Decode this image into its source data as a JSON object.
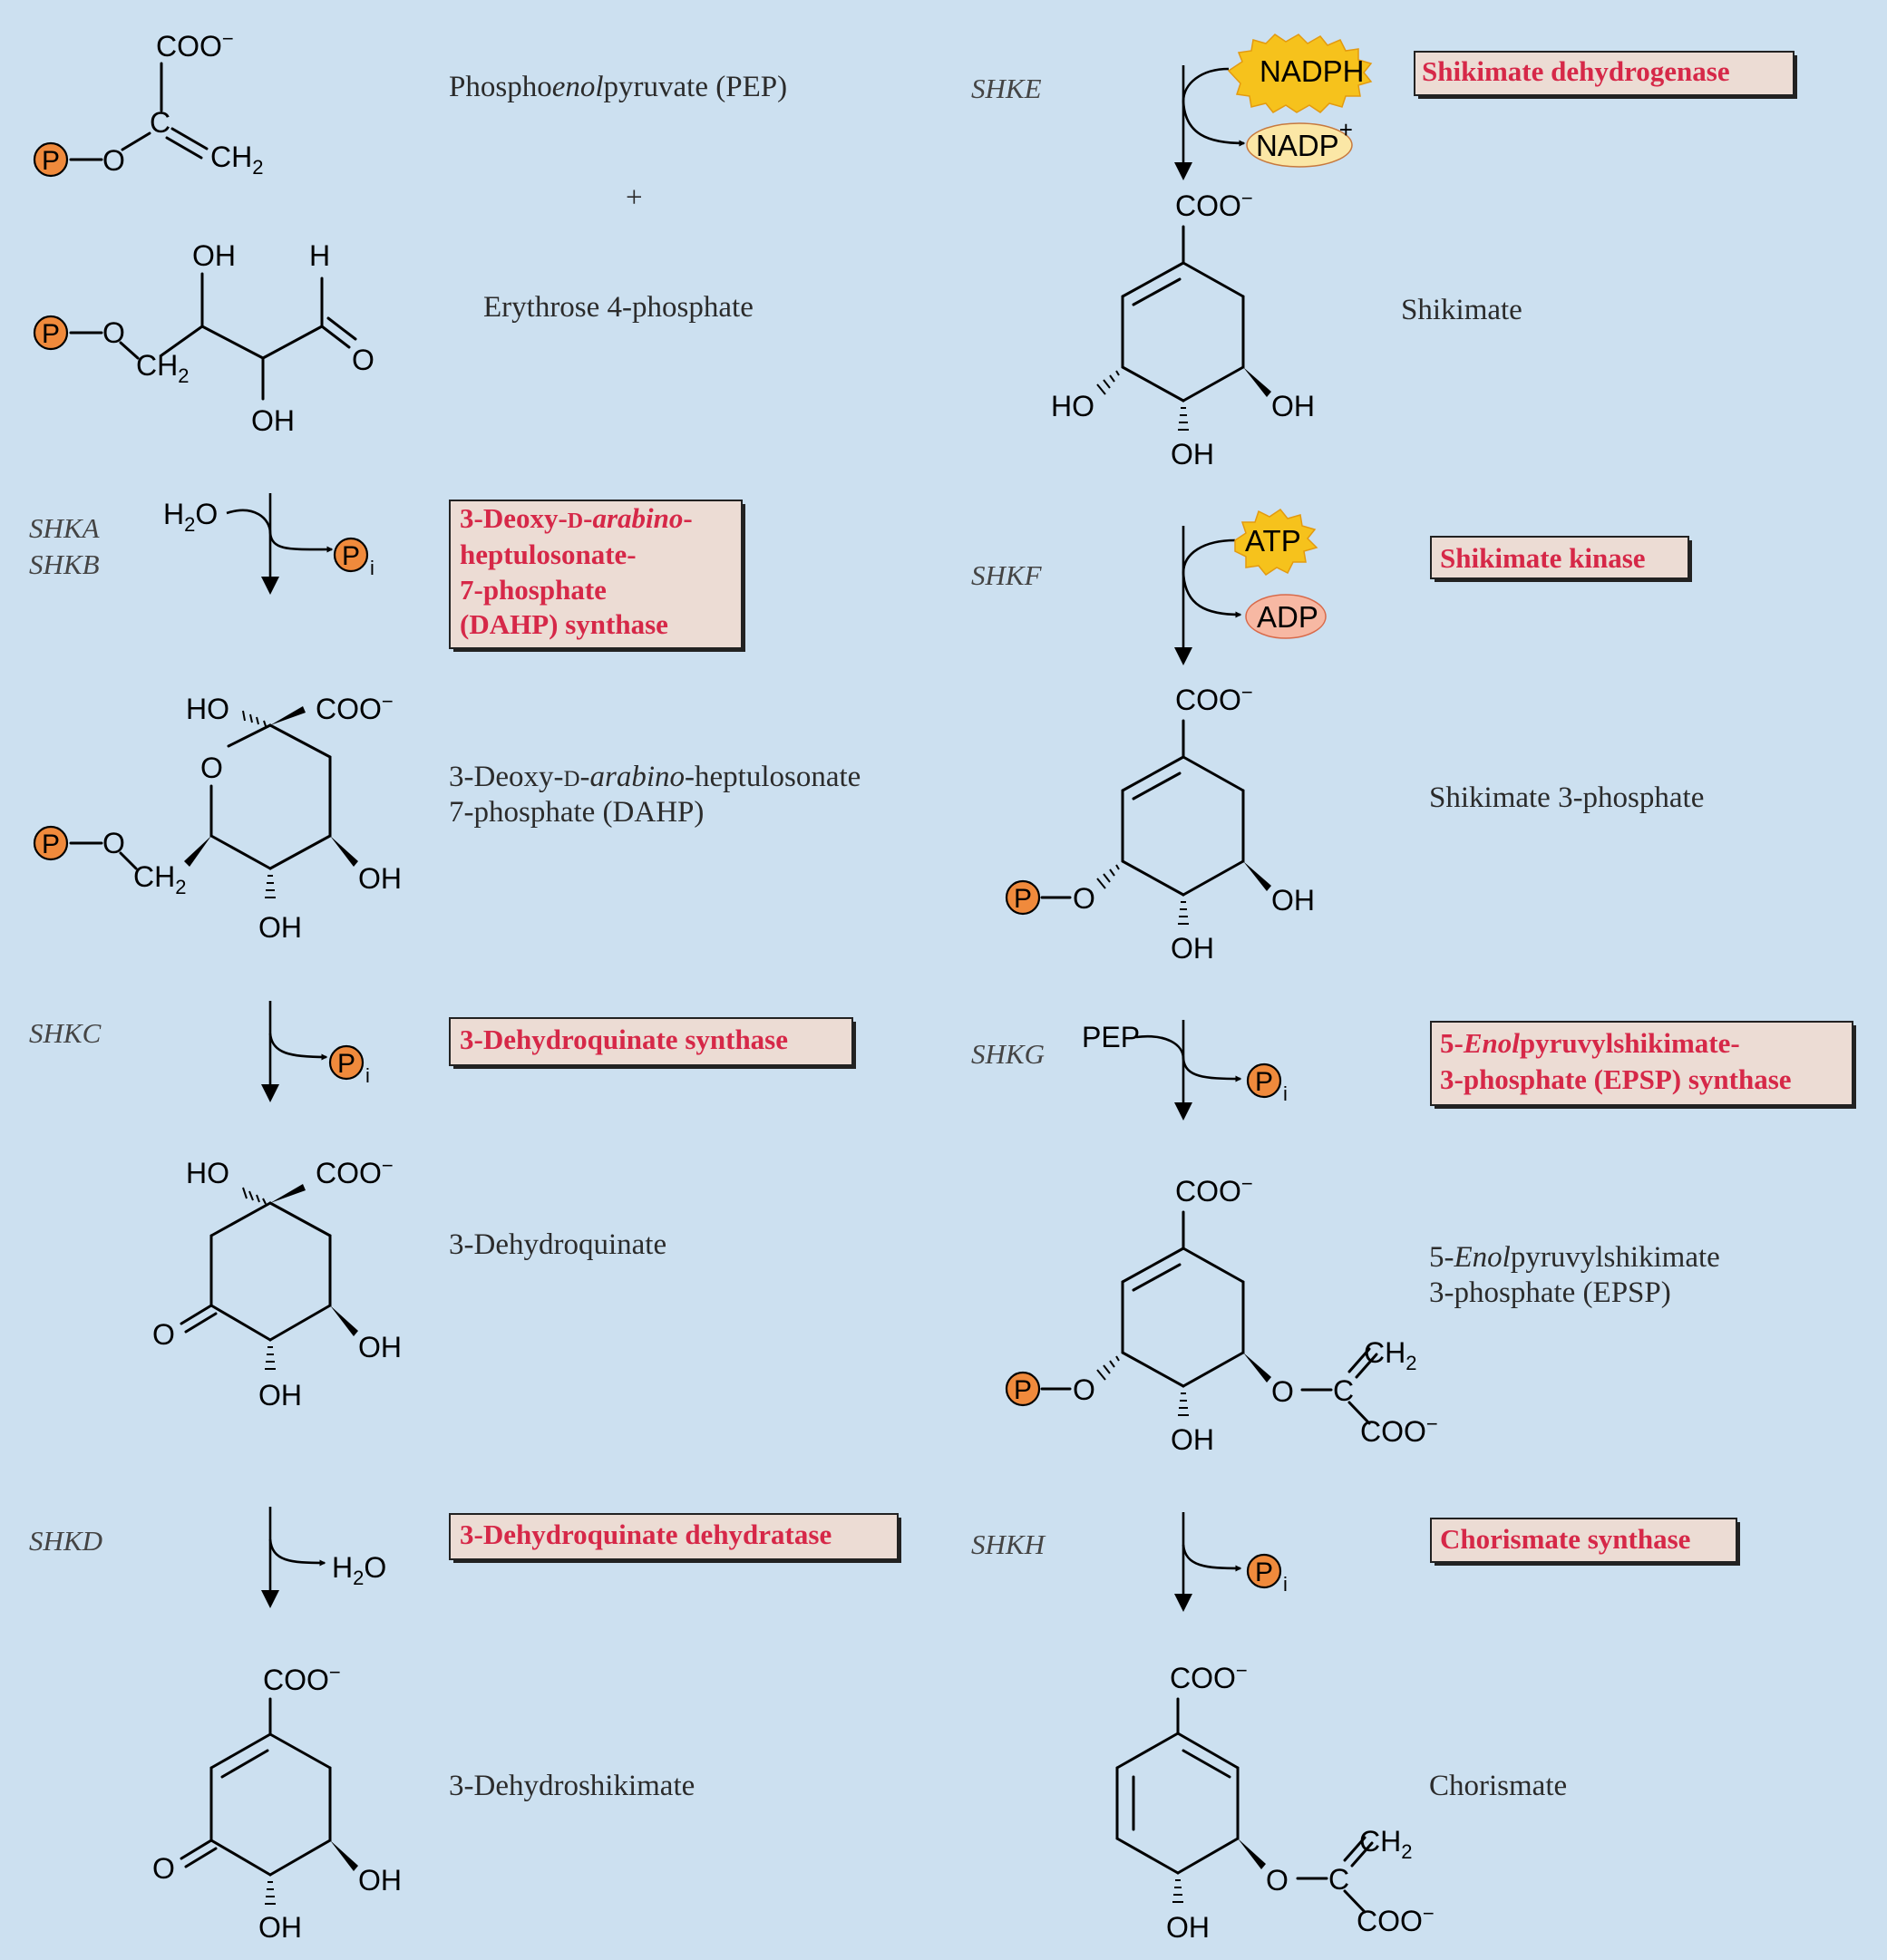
{
  "labels": {
    "cooh": "COO",
    "minus": "−",
    "oh": "OH",
    "ho": "HO",
    "o": "O",
    "h": "H",
    "c": "C",
    "ch": "CH",
    "two": "2",
    "p": "P",
    "pi_sub": "i",
    "h2o_h": "H",
    "h2o_o": "O",
    "pep": "PEP",
    "plus": "+"
  },
  "compounds": {
    "pep": [
      "Phospho",
      "enol",
      "pyruvate (PEP)"
    ],
    "e4p": "Erythrose 4-phosphate",
    "dahp_line1": [
      "3-Deoxy-",
      "D",
      "-",
      "arabino",
      "-heptulosonate"
    ],
    "dahp_line2": "7-phosphate (DAHP)",
    "dhq": "3-Dehydroquinate",
    "dhs": "3-Dehydroshikimate",
    "shikimate": "Shikimate",
    "s3p": "Shikimate 3-phosphate",
    "epsp_line1": [
      "5-",
      "Enol",
      "pyruvylshikimate"
    ],
    "epsp_line2": "3-phosphate (EPSP)",
    "chorismate": "Chorismate"
  },
  "genes": {
    "shka": "SHKA",
    "shkb": "SHKB",
    "shkc": "SHKC",
    "shkd": "SHKD",
    "shke": "SHKE",
    "shkf": "SHKF",
    "shkg": "SHKG",
    "shkh": "SHKH"
  },
  "enzymes": {
    "dahp_l1": [
      "3-Deoxy-",
      "D",
      "-",
      "arabino",
      "-"
    ],
    "dahp_l2": "heptulosonate-",
    "dahp_l3": "7-phosphate",
    "dahp_l4": "(DAHP) synthase",
    "dhq_synthase": "3-Dehydroquinate synthase",
    "dhq_dehydratase": "3-Dehydroquinate dehydratase",
    "sdh": "Shikimate dehydrogenase",
    "sk": "Shikimate kinase",
    "epsp_l1": [
      "5-",
      "Enol",
      "pyruvylshikimate-"
    ],
    "epsp_l2": "3-phosphate (EPSP) synthase",
    "cs": "Chorismate synthase"
  },
  "cofactors": {
    "nadph": "NADPH",
    "nadp": "NADP",
    "nadp_charge": "+",
    "atp": "ATP",
    "adp": "ADP"
  },
  "colors": {
    "background": "#cce0f0",
    "enzyme_text": "#d62848",
    "enzyme_box": "#ecdcd4",
    "phosphate": "#f08a3c",
    "nadph_burst": "#f6c21c",
    "nadp_oval": "#fbe7a6",
    "adp_oval": "#f7b8a3"
  }
}
